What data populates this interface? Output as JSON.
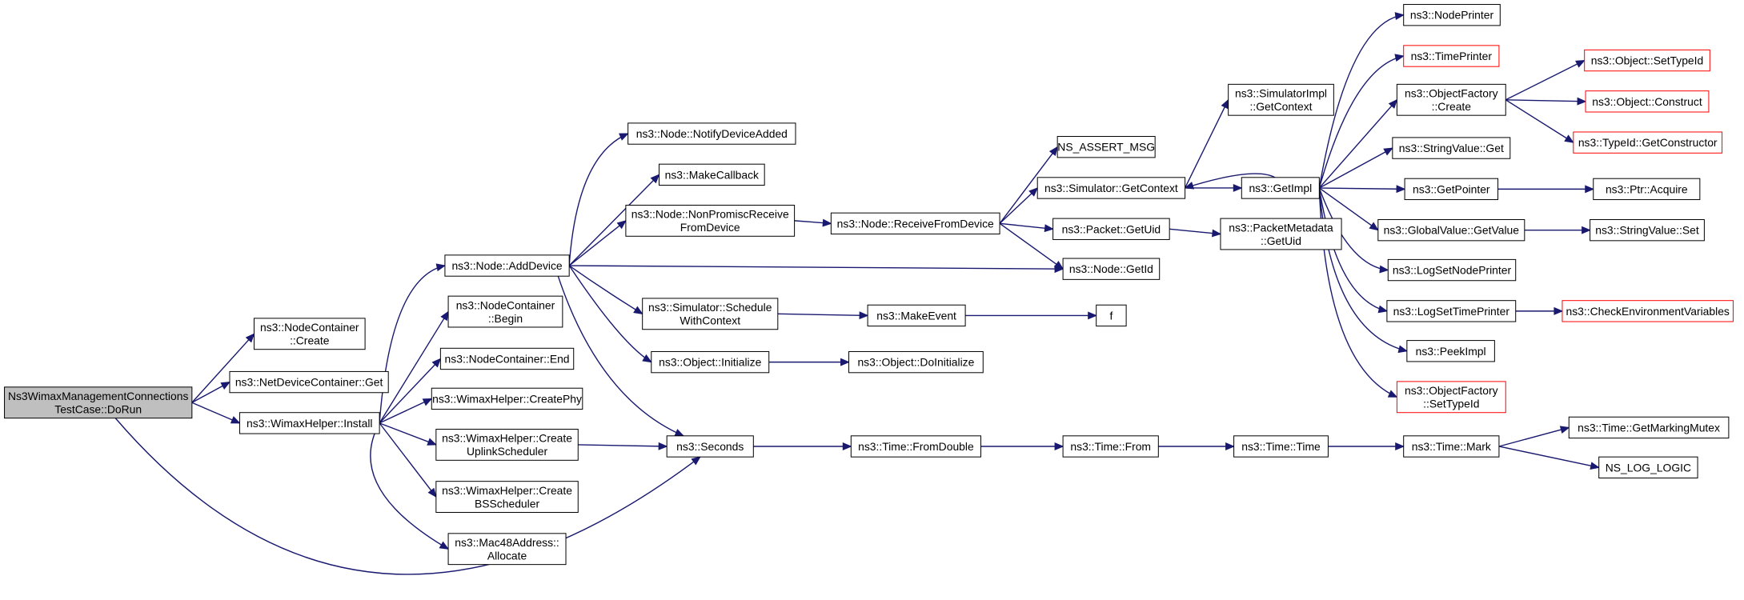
{
  "graph": {
    "colors": {
      "edge": "#191970",
      "normal_border": "#000000",
      "missing_border": "#ff0000",
      "root_fill": "#bfbfbf"
    },
    "nodes": [
      {
        "id": "root",
        "lines": [
          "Ns3WimaxManagementConnections",
          "TestCase::DoRun"
        ],
        "style": "root"
      },
      {
        "id": "nc_create",
        "lines": [
          "ns3::NodeContainer",
          "::Create"
        ],
        "style": "normal"
      },
      {
        "id": "ndc_get",
        "lines": [
          "ns3::NetDeviceContainer::Get"
        ],
        "style": "normal"
      },
      {
        "id": "wh_install",
        "lines": [
          "ns3::WimaxHelper::Install"
        ],
        "style": "normal"
      },
      {
        "id": "node_adddevice",
        "lines": [
          "ns3::Node::AddDevice"
        ],
        "style": "normal"
      },
      {
        "id": "nc_begin",
        "lines": [
          "ns3::NodeContainer",
          "::Begin"
        ],
        "style": "normal"
      },
      {
        "id": "nc_end",
        "lines": [
          "ns3::NodeContainer::End"
        ],
        "style": "normal"
      },
      {
        "id": "wh_createphy",
        "lines": [
          "ns3::WimaxHelper::CreatePhy"
        ],
        "style": "normal"
      },
      {
        "id": "wh_uplink",
        "lines": [
          "ns3::WimaxHelper::Create",
          "UplinkScheduler"
        ],
        "style": "normal"
      },
      {
        "id": "wh_bs",
        "lines": [
          "ns3::WimaxHelper::Create",
          "BSScheduler"
        ],
        "style": "normal"
      },
      {
        "id": "mac_alloc",
        "lines": [
          "ns3::Mac48Address::",
          "Allocate"
        ],
        "style": "normal"
      },
      {
        "id": "node_notify",
        "lines": [
          "ns3::Node::NotifyDeviceAdded"
        ],
        "style": "normal"
      },
      {
        "id": "makecallback",
        "lines": [
          "ns3::MakeCallback"
        ],
        "style": "normal"
      },
      {
        "id": "node_nonpromisc",
        "lines": [
          "ns3::Node::NonPromiscReceive",
          "FromDevice"
        ],
        "style": "normal"
      },
      {
        "id": "sim_schedule",
        "lines": [
          "ns3::Simulator::Schedule",
          "WithContext"
        ],
        "style": "normal"
      },
      {
        "id": "obj_initialize",
        "lines": [
          "ns3::Object::Initialize"
        ],
        "style": "normal"
      },
      {
        "id": "seconds",
        "lines": [
          "ns3::Seconds"
        ],
        "style": "normal"
      },
      {
        "id": "node_receive",
        "lines": [
          "ns3::Node::ReceiveFromDevice"
        ],
        "style": "normal"
      },
      {
        "id": "makeevent",
        "lines": [
          "ns3::MakeEvent"
        ],
        "style": "normal"
      },
      {
        "id": "obj_doinit",
        "lines": [
          "ns3::Object::DoInitialize"
        ],
        "style": "normal"
      },
      {
        "id": "time_fromdouble",
        "lines": [
          "ns3::Time::FromDouble"
        ],
        "style": "normal"
      },
      {
        "id": "ns_assert",
        "lines": [
          "NS_ASSERT_MSG"
        ],
        "style": "normal"
      },
      {
        "id": "sim_getcontext",
        "lines": [
          "ns3::Simulator::GetContext"
        ],
        "style": "normal"
      },
      {
        "id": "packet_getuid",
        "lines": [
          "ns3::Packet::GetUid"
        ],
        "style": "normal"
      },
      {
        "id": "node_getid",
        "lines": [
          "ns3::Node::GetId"
        ],
        "style": "normal"
      },
      {
        "id": "f",
        "lines": [
          "f"
        ],
        "style": "normal"
      },
      {
        "id": "time_from",
        "lines": [
          "ns3::Time::From"
        ],
        "style": "normal"
      },
      {
        "id": "simimpl_getcontext",
        "lines": [
          "ns3::SimulatorImpl",
          "::GetContext"
        ],
        "style": "normal"
      },
      {
        "id": "getimpl",
        "lines": [
          "ns3::GetImpl"
        ],
        "style": "normal"
      },
      {
        "id": "pm_getuid",
        "lines": [
          "ns3::PacketMetadata",
          "::GetUid"
        ],
        "style": "normal"
      },
      {
        "id": "time_time",
        "lines": [
          "ns3::Time::Time"
        ],
        "style": "normal"
      },
      {
        "id": "nodeprinter",
        "lines": [
          "ns3::NodePrinter"
        ],
        "style": "normal"
      },
      {
        "id": "timeprinter",
        "lines": [
          "ns3::TimePrinter"
        ],
        "style": "red"
      },
      {
        "id": "of_create",
        "lines": [
          "ns3::ObjectFactory",
          "::Create"
        ],
        "style": "normal"
      },
      {
        "id": "sv_get",
        "lines": [
          "ns3::StringValue::Get"
        ],
        "style": "normal"
      },
      {
        "id": "getpointer",
        "lines": [
          "ns3::GetPointer"
        ],
        "style": "normal"
      },
      {
        "id": "gv_getvalue",
        "lines": [
          "ns3::GlobalValue::GetValue"
        ],
        "style": "normal"
      },
      {
        "id": "logsetnodeprinter",
        "lines": [
          "ns3::LogSetNodePrinter"
        ],
        "style": "normal"
      },
      {
        "id": "logsettimeprinter",
        "lines": [
          "ns3::LogSetTimePrinter"
        ],
        "style": "normal"
      },
      {
        "id": "peekimpl",
        "lines": [
          "ns3::PeekImpl"
        ],
        "style": "normal"
      },
      {
        "id": "of_settypeid",
        "lines": [
          "ns3::ObjectFactory",
          "::SetTypeId"
        ],
        "style": "red"
      },
      {
        "id": "time_mark",
        "lines": [
          "ns3::Time::Mark"
        ],
        "style": "normal"
      },
      {
        "id": "obj_settypeid",
        "lines": [
          "ns3::Object::SetTypeId"
        ],
        "style": "red"
      },
      {
        "id": "obj_construct",
        "lines": [
          "ns3::Object::Construct"
        ],
        "style": "red"
      },
      {
        "id": "typeid_getctor",
        "lines": [
          "ns3::TypeId::GetConstructor"
        ],
        "style": "red"
      },
      {
        "id": "ptr_acquire",
        "lines": [
          "ns3::Ptr::Acquire"
        ],
        "style": "normal"
      },
      {
        "id": "sv_set",
        "lines": [
          "ns3::StringValue::Set"
        ],
        "style": "normal"
      },
      {
        "id": "checkenv",
        "lines": [
          "ns3::CheckEnvironmentVariables"
        ],
        "style": "red"
      },
      {
        "id": "getmarkingmutex",
        "lines": [
          "ns3::Time::GetMarkingMutex"
        ],
        "style": "normal"
      },
      {
        "id": "ns_log_logic",
        "lines": [
          "NS_LOG_LOGIC"
        ],
        "style": "normal"
      }
    ],
    "edges": [
      [
        "root",
        "nc_create"
      ],
      [
        "root",
        "ndc_get"
      ],
      [
        "root",
        "wh_install"
      ],
      [
        "root",
        "seconds"
      ],
      [
        "wh_install",
        "node_adddevice"
      ],
      [
        "wh_install",
        "nc_begin"
      ],
      [
        "wh_install",
        "nc_end"
      ],
      [
        "wh_install",
        "wh_createphy"
      ],
      [
        "wh_install",
        "wh_uplink"
      ],
      [
        "wh_install",
        "wh_bs"
      ],
      [
        "wh_install",
        "mac_alloc"
      ],
      [
        "node_adddevice",
        "node_notify"
      ],
      [
        "node_adddevice",
        "makecallback"
      ],
      [
        "node_adddevice",
        "node_nonpromisc"
      ],
      [
        "node_adddevice",
        "node_getid"
      ],
      [
        "node_adddevice",
        "sim_schedule"
      ],
      [
        "node_adddevice",
        "obj_initialize"
      ],
      [
        "node_adddevice",
        "seconds"
      ],
      [
        "wh_uplink",
        "seconds"
      ],
      [
        "node_nonpromisc",
        "node_receive"
      ],
      [
        "node_receive",
        "ns_assert"
      ],
      [
        "node_receive",
        "sim_getcontext"
      ],
      [
        "node_receive",
        "packet_getuid"
      ],
      [
        "node_receive",
        "node_getid"
      ],
      [
        "sim_schedule",
        "makeevent"
      ],
      [
        "makeevent",
        "f"
      ],
      [
        "obj_initialize",
        "obj_doinit"
      ],
      [
        "seconds",
        "time_fromdouble"
      ],
      [
        "time_fromdouble",
        "time_from"
      ],
      [
        "time_from",
        "time_time"
      ],
      [
        "time_time",
        "time_mark"
      ],
      [
        "time_mark",
        "getmarkingmutex"
      ],
      [
        "time_mark",
        "ns_log_logic"
      ],
      [
        "sim_getcontext",
        "simimpl_getcontext"
      ],
      [
        "sim_getcontext",
        "getimpl"
      ],
      [
        "packet_getuid",
        "pm_getuid"
      ],
      [
        "getimpl",
        "sim_getcontext"
      ],
      [
        "getimpl",
        "nodeprinter"
      ],
      [
        "getimpl",
        "timeprinter"
      ],
      [
        "getimpl",
        "of_create"
      ],
      [
        "getimpl",
        "sv_get"
      ],
      [
        "getimpl",
        "getpointer"
      ],
      [
        "getimpl",
        "gv_getvalue"
      ],
      [
        "getimpl",
        "logsetnodeprinter"
      ],
      [
        "getimpl",
        "logsettimeprinter"
      ],
      [
        "getimpl",
        "peekimpl"
      ],
      [
        "getimpl",
        "of_settypeid"
      ],
      [
        "of_create",
        "obj_settypeid"
      ],
      [
        "of_create",
        "obj_construct"
      ],
      [
        "of_create",
        "typeid_getctor"
      ],
      [
        "getpointer",
        "ptr_acquire"
      ],
      [
        "gv_getvalue",
        "sv_set"
      ],
      [
        "logsettimeprinter",
        "checkenv"
      ]
    ]
  }
}
